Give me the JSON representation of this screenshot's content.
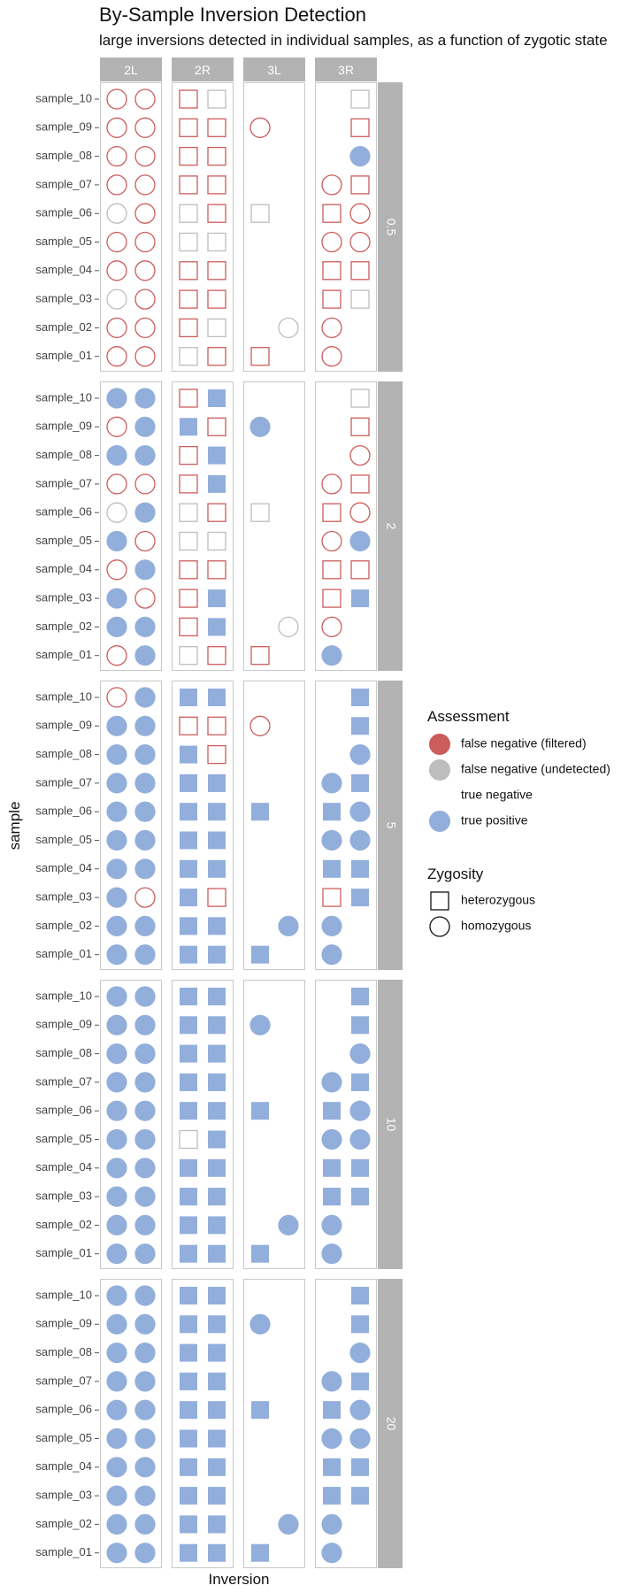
{
  "chart_data": {
    "type": "scatter",
    "title": "By-Sample Inversion Detection",
    "subtitle": "large inversions detected in individual samples, as a function of zygotic state",
    "xlabel": "Inversion",
    "ylabel": "sample",
    "columns": [
      "2L",
      "2R",
      "3L",
      "3R"
    ],
    "coverage_panels": [
      "0.5",
      "2",
      "5",
      "10",
      "20"
    ],
    "samples": [
      "sample_10",
      "sample_09",
      "sample_08",
      "sample_07",
      "sample_06",
      "sample_05",
      "sample_04",
      "sample_03",
      "sample_02",
      "sample_01"
    ],
    "legend_assessment_title": "Assessment",
    "legend_assessment": [
      {
        "code": "F",
        "label": "false negative (filtered)",
        "color": "#cd5c5c"
      },
      {
        "code": "U",
        "label": "false negative (undetected)",
        "color": "#bdbdbd"
      },
      {
        "code": "N",
        "label": "true negative",
        "color": "#ffffff"
      },
      {
        "code": "P",
        "label": "true positive",
        "color": "#92aedb"
      }
    ],
    "legend_zygosity_title": "Zygosity",
    "legend_zygosity": [
      {
        "code": "s",
        "label": "heterozygous"
      },
      {
        "code": "c",
        "label": "homozygous"
      }
    ],
    "panel_strip_color": "#b3b3b3",
    "grid": false,
    "legend_position": "right",
    "cell_encoding": "each string lists the 2 marks (left slot, right slot) in one column for one sample; per mark: zygosity (c = homozygous circle, s = heterozygous square) then assessment (F = false negative filtered, U = false negative undetected, P = true positive); '..' = no mark",
    "cells": {
      "0.5": {
        "2L": [
          "cFcF",
          "cFcF",
          "cFcF",
          "cFcF",
          "cUcF",
          "cFcF",
          "cFcF",
          "cUcF",
          "cFcF",
          "cFcF"
        ],
        "2R": [
          "sFsU",
          "sFsF",
          "sFsF",
          "sFsF",
          "sUsF",
          "sUsU",
          "sFsF",
          "sFsF",
          "sFsU",
          "sUsF"
        ],
        "3L": [
          "....",
          "cF..",
          "....",
          "....",
          "sU..",
          "....",
          "....",
          "....",
          "..cU",
          "sF.."
        ],
        "3R": [
          "..sU",
          "..sF",
          "..cP",
          "cFsF",
          "sFcF",
          "cFcF",
          "sFsF",
          "sFsU",
          "cF..",
          "cF.."
        ]
      },
      "2": {
        "2L": [
          "cPcP",
          "cFcP",
          "cPcP",
          "cFcF",
          "cUcP",
          "cPcF",
          "cFcP",
          "cPcF",
          "cPcP",
          "cFcP"
        ],
        "2R": [
          "sFsP",
          "sPsF",
          "sFsP",
          "sFsP",
          "sUsF",
          "sUsU",
          "sFsF",
          "sFsP",
          "sFsP",
          "sUsF"
        ],
        "3L": [
          "....",
          "cP..",
          "....",
          "....",
          "sU..",
          "....",
          "....",
          "....",
          "..cU",
          "sF.."
        ],
        "3R": [
          "..sU",
          "..sF",
          "..cF",
          "cFsF",
          "sFcF",
          "cFcP",
          "sFsF",
          "sFsP",
          "cF..",
          "cP.."
        ]
      },
      "5": {
        "2L": [
          "cFcP",
          "cPcP",
          "cPcP",
          "cPcP",
          "cPcP",
          "cPcP",
          "cPcP",
          "cPcF",
          "cPcP",
          "cPcP"
        ],
        "2R": [
          "sPsP",
          "sFsF",
          "sPsF",
          "sPsP",
          "sPsP",
          "sPsP",
          "sPsP",
          "sPsF",
          "sPsP",
          "sPsP"
        ],
        "3L": [
          "....",
          "cF..",
          "....",
          "....",
          "sP..",
          "....",
          "....",
          "....",
          "..cP",
          "sP.."
        ],
        "3R": [
          "..sP",
          "..sP",
          "..cP",
          "cPsP",
          "sPcP",
          "cPcP",
          "sPsP",
          "sFsP",
          "cP..",
          "cP.."
        ]
      },
      "10": {
        "2L": [
          "cPcP",
          "cPcP",
          "cPcP",
          "cPcP",
          "cPcP",
          "cPcP",
          "cPcP",
          "cPcP",
          "cPcP",
          "cPcP"
        ],
        "2R": [
          "sPsP",
          "sPsP",
          "sPsP",
          "sPsP",
          "sPsP",
          "sUsP",
          "sPsP",
          "sPsP",
          "sPsP",
          "sPsP"
        ],
        "3L": [
          "....",
          "cP..",
          "....",
          "....",
          "sP..",
          "....",
          "....",
          "....",
          "..cP",
          "sP.."
        ],
        "3R": [
          "..sP",
          "..sP",
          "..cP",
          "cPsP",
          "sPcP",
          "cPcP",
          "sPsP",
          "sPsP",
          "cP..",
          "cP.."
        ]
      },
      "20": {
        "2L": [
          "cPcP",
          "cPcP",
          "cPcP",
          "cPcP",
          "cPcP",
          "cPcP",
          "cPcP",
          "cPcP",
          "cPcP",
          "cPcP"
        ],
        "2R": [
          "sPsP",
          "sPsP",
          "sPsP",
          "sPsP",
          "sPsP",
          "sPsP",
          "sPsP",
          "sPsP",
          "sPsP",
          "sPsP"
        ],
        "3L": [
          "....",
          "cP..",
          "....",
          "....",
          "sP..",
          "....",
          "....",
          "....",
          "..cP",
          "sP.."
        ],
        "3R": [
          "..sP",
          "..sP",
          "..cP",
          "cPsP",
          "sPcP",
          "cPcP",
          "sPsP",
          "sPsP",
          "cP..",
          "cP.."
        ]
      }
    }
  }
}
